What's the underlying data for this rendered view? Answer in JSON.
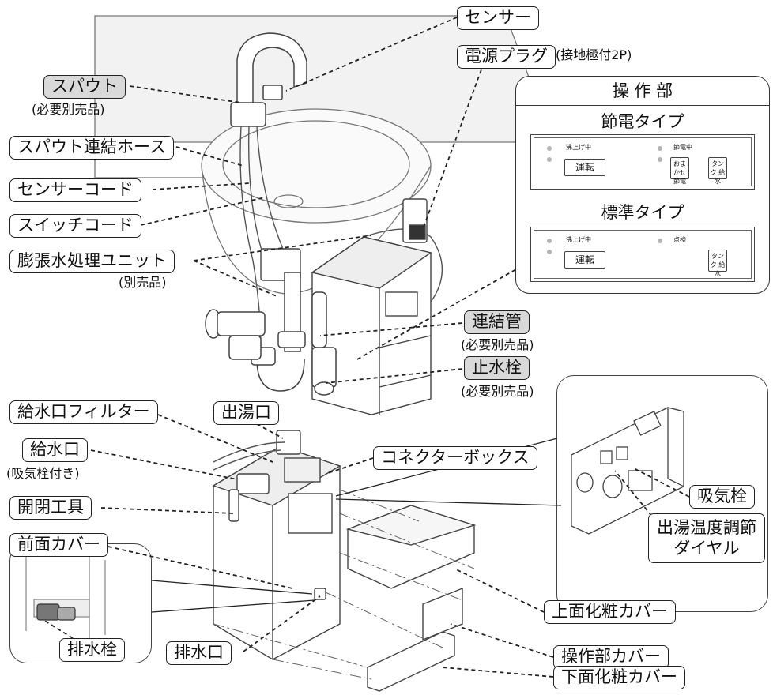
{
  "labels": {
    "sensor": "センサー",
    "power_plug": "電源プラグ",
    "power_plug_note": "(接地極付2P)",
    "spout": "スパウト",
    "spout_note": "(必要別売品)",
    "spout_hose": "スパウト連結ホース",
    "sensor_cord": "センサーコード",
    "switch_cord": "スイッチコード",
    "expansion_unit": "膨張水処理ユニット",
    "expansion_unit_note": "(別売品)",
    "connecting_pipe": "連結管",
    "connecting_pipe_note": "(必要別売品)",
    "stop_valve": "止水栓",
    "stop_valve_note": "(必要別売品)",
    "inlet_filter": "給水口フィルター",
    "hot_outlet": "出湯口",
    "water_inlet": "給水口",
    "water_inlet_note": "(吸気栓付き)",
    "connector_box": "コネクターボックス",
    "opening_tool": "開閉工具",
    "front_cover": "前面カバー",
    "air_valve": "吸気栓",
    "temp_dial": "出湯温度調節",
    "temp_dial_2": "ダイヤル",
    "top_cover": "上面化粧カバー",
    "control_cover": "操作部カバー",
    "drain_plug": "排水栓",
    "drain_outlet": "排水口",
    "bottom_cover": "下面化粧カバー"
  },
  "control_panel": {
    "title": "操 作 部",
    "eco": {
      "title": "節電タイプ",
      "heating": "沸上げ中",
      "saving": "節電中",
      "run": "運転",
      "auto_save": "おまかせ 節電",
      "tank_fill": "タンク 給水"
    },
    "standard": {
      "title": "標準タイプ",
      "heating": "沸上げ中",
      "check": "点検",
      "run": "運転",
      "tank_fill": "タンク 給水"
    }
  }
}
